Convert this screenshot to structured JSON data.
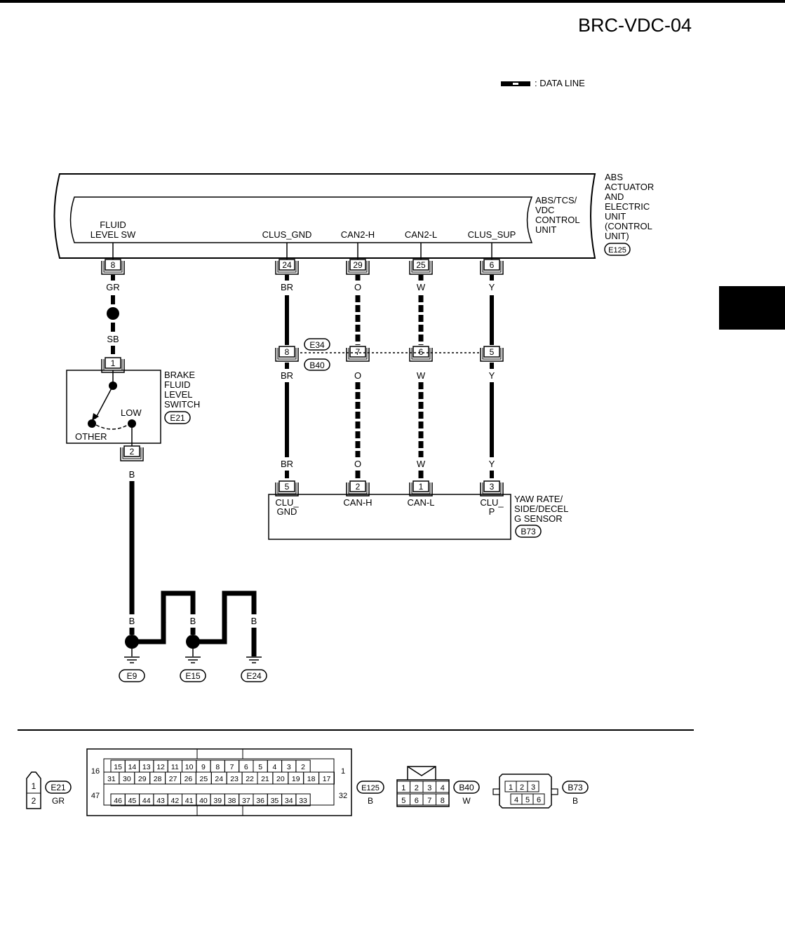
{
  "header": {
    "page_code": "BRC-VDC-04"
  },
  "legend": {
    "data_line_label": ": DATA LINE"
  },
  "abs_unit": {
    "outer_label": [
      "ABS",
      "ACTUATOR",
      "AND",
      "ELECTRIC",
      "UNIT",
      "(CONTROL",
      "UNIT)"
    ],
    "outer_connector": "E125",
    "inner_label": [
      "ABS/TCS/",
      "VDC",
      "CONTROL",
      "UNIT"
    ],
    "pins": {
      "fluid_level_sw": [
        "FLUID",
        "LEVEL SW"
      ],
      "clus_gnd": "CLUS_GND",
      "can2_h": "CAN2-H",
      "can2_l": "CAN2-L",
      "clus_sup": "CLUS_SUP"
    },
    "terminals": {
      "fluid": "8",
      "clus_gnd": "24",
      "can2_h": "29",
      "can2_l": "25",
      "clus_sup": "6"
    }
  },
  "wires": {
    "fluid_top": "GR",
    "fluid_mid": "SB",
    "clus_gnd": "BR",
    "can2_h": "O",
    "can2_l": "W",
    "clus_sup": "Y",
    "switch_ground": "B",
    "ground_links": [
      "B",
      "B",
      "B",
      "B",
      "B"
    ]
  },
  "junction": {
    "connector_top": "E34",
    "connector_bottom": "B40",
    "terminals": {
      "clus_gnd": "8",
      "can_h": "7",
      "can_l": "6",
      "clus_sup": "5"
    }
  },
  "brake_switch": {
    "label": [
      "BRAKE",
      "FLUID",
      "LEVEL",
      "SWITCH"
    ],
    "connector": "E21",
    "pin_top": "1",
    "pin_bottom": "2",
    "low": "LOW",
    "other": "OTHER"
  },
  "yaw_sensor": {
    "label": [
      "YAW RATE/",
      "SIDE/DECEL",
      "G SENSOR"
    ],
    "connector": "B73",
    "terminals": {
      "clu_gnd": "5",
      "can_h": "2",
      "can_l": "1",
      "clu_p": "3"
    },
    "pins": {
      "clu_gnd": [
        "CLU_",
        "GND"
      ],
      "can_h": "CAN-H",
      "can_l": "CAN-L",
      "clu_p": [
        "CLU_",
        "P"
      ]
    }
  },
  "grounds": [
    "E9",
    "E15",
    "E24"
  ],
  "connector_views": {
    "e21": {
      "id": "E21",
      "color": "GR",
      "pins": [
        "1",
        "2"
      ]
    },
    "e125": {
      "id": "E125",
      "color": "B",
      "left_top": "16",
      "left_bottom": "47",
      "right_top": "1",
      "right_bottom": "32",
      "row1": [
        "15",
        "14",
        "13",
        "12",
        "11",
        "10",
        "9",
        "8",
        "7",
        "6",
        "5",
        "4",
        "3",
        "2"
      ],
      "row2": [
        "31",
        "30",
        "29",
        "28",
        "27",
        "26",
        "25",
        "24",
        "23",
        "22",
        "21",
        "20",
        "19",
        "18",
        "17"
      ],
      "row3": [
        "46",
        "45",
        "44",
        "43",
        "42",
        "41",
        "40",
        "39",
        "38",
        "37",
        "36",
        "35",
        "34",
        "33"
      ]
    },
    "b40": {
      "id": "B40",
      "color": "W",
      "row1": [
        "1",
        "2",
        "3",
        "4"
      ],
      "row2": [
        "5",
        "6",
        "7",
        "8"
      ]
    },
    "b73": {
      "id": "B73",
      "color": "B",
      "row1": [
        "1",
        "2",
        "3"
      ],
      "row2": [
        "4",
        "5",
        "6"
      ]
    }
  }
}
